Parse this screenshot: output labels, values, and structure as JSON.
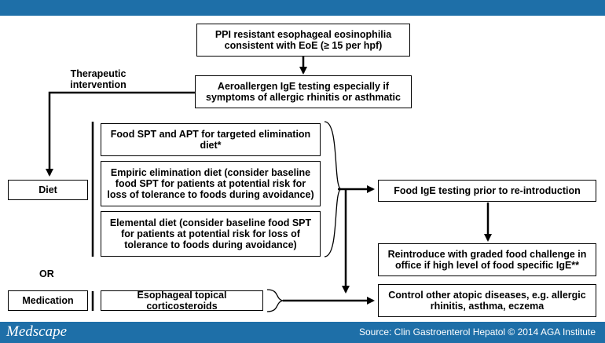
{
  "header": {
    "bar_color": "#1e6fa8"
  },
  "footer": {
    "logo": "Medscape",
    "source": "Source: Clin Gastroenterol Hepatol © 2014 AGA Institute"
  },
  "diagram": {
    "top_box": "PPI resistant esophageal eosinophilia consistent with EoE (≥ 15 per hpf)",
    "aeroallergen_box": "Aeroallergen IgE testing especially if symptoms of allergic rhinitis or asthmatic",
    "therapeutic_label": "Therapeutic intervention",
    "diet_box": "Diet",
    "or_label": "OR",
    "medication_box": "Medication",
    "diet_options": [
      "Food SPT and APT for targeted elimination diet*",
      "Empiric elimination diet (consider baseline food SPT for patients at potential risk for loss of tolerance to foods during avoidance)",
      "Elemental diet (consider baseline food SPT for patients at potential risk for loss of tolerance to foods during avoidance)"
    ],
    "medication_option": "Esophageal topical corticosteroids",
    "food_ige_box": "Food IgE testing prior to re-introduction",
    "reintroduce_box": "Reintroduce with graded food challenge in office if high level of food specific IgE**",
    "control_box": "Control other atopic diseases, e.g. allergic rhinitis, asthma, eczema"
  }
}
